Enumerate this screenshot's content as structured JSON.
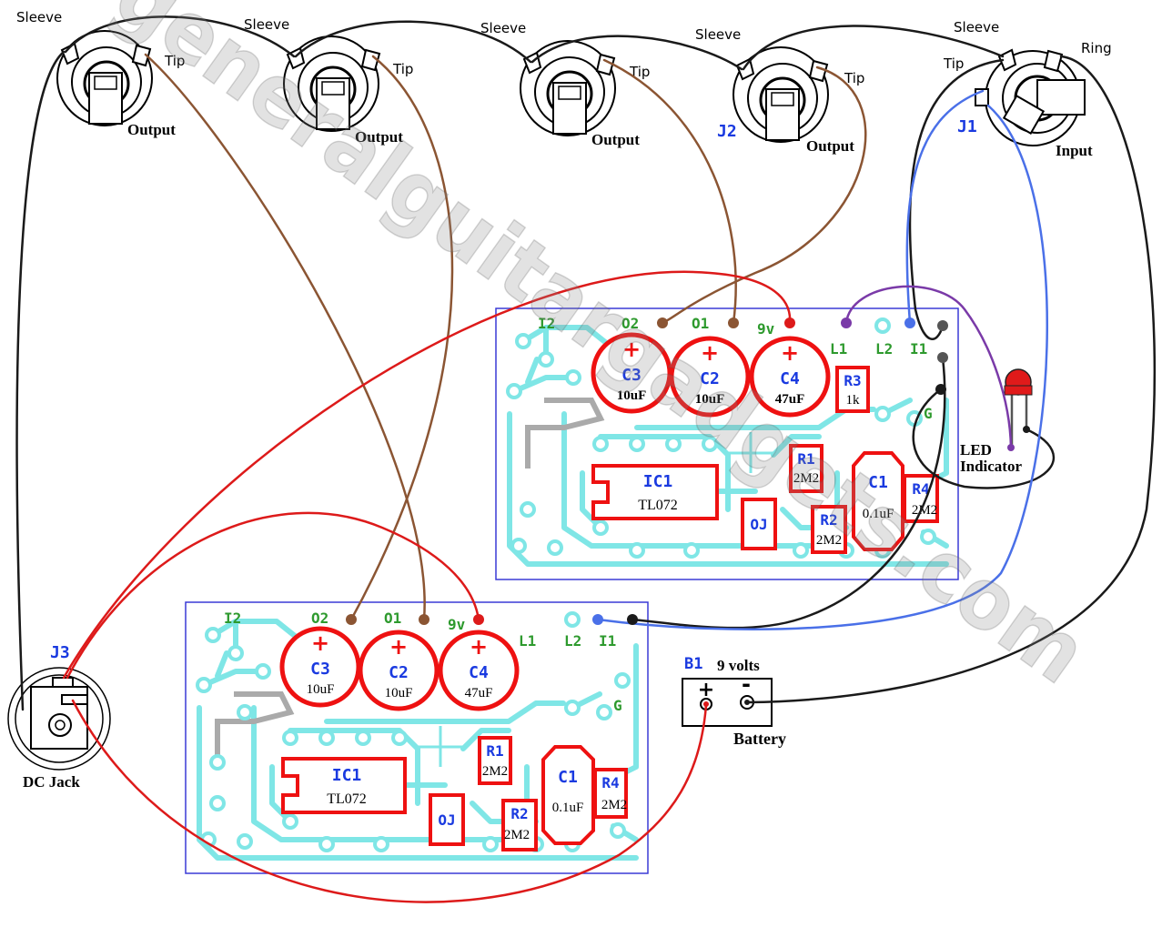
{
  "watermark": "generalguitargadgets.com",
  "jacks": [
    {
      "id": "out1",
      "sleeve": "Sleeve",
      "tip": "Tip",
      "name": "Output",
      "ref": ""
    },
    {
      "id": "out2",
      "sleeve": "Sleeve",
      "tip": "Tip",
      "name": "Output",
      "ref": ""
    },
    {
      "id": "out3",
      "sleeve": "Sleeve",
      "tip": "Tip",
      "name": "Output",
      "ref": ""
    },
    {
      "id": "out4",
      "sleeve": "Sleeve",
      "tip": "Tip",
      "name": "Output",
      "ref": "J2"
    },
    {
      "id": "input",
      "sleeve": "Sleeve",
      "tip": "Tip",
      "ring": "Ring",
      "name": "Input",
      "ref": "J1"
    }
  ],
  "boards": [
    {
      "id": "board-top",
      "pads": {
        "i2": "I2",
        "o2": "O2",
        "o1": "O1",
        "v9": "9v",
        "l1": "L1",
        "l2": "L2",
        "i1": "I1",
        "g": "G"
      },
      "caps": [
        {
          "ref": "C3",
          "value": "10uF"
        },
        {
          "ref": "C2",
          "value": "10uF"
        },
        {
          "ref": "C4",
          "value": "47uF"
        }
      ],
      "r3": {
        "ref": "R3",
        "value": "1k"
      },
      "r1": {
        "ref": "R1",
        "value": "2M2"
      },
      "r2": {
        "ref": "R2",
        "value": "2M2"
      },
      "r4": {
        "ref": "R4",
        "value": "2M2"
      },
      "c1": {
        "ref": "C1",
        "value": "0.1uF"
      },
      "ic": {
        "ref": "IC1",
        "value": "TL072"
      },
      "jumper": "OJ"
    },
    {
      "id": "board-bottom",
      "pads": {
        "i2": "I2",
        "o2": "O2",
        "o1": "O1",
        "v9": "9v",
        "l1": "L1",
        "l2": "L2",
        "i1": "I1",
        "g": "G"
      },
      "caps": [
        {
          "ref": "C3",
          "value": "10uF"
        },
        {
          "ref": "C2",
          "value": "10uF"
        },
        {
          "ref": "C4",
          "value": "47uF"
        }
      ],
      "r1": {
        "ref": "R1",
        "value": "2M2"
      },
      "r2": {
        "ref": "R2",
        "value": "2M2"
      },
      "r4": {
        "ref": "R4",
        "value": "2M2"
      },
      "c1": {
        "ref": "C1",
        "value": "0.1uF"
      },
      "ic": {
        "ref": "IC1",
        "value": "TL072"
      },
      "jumper": "OJ"
    }
  ],
  "led": {
    "line1": "LED",
    "line2": "Indicator"
  },
  "battery": {
    "ref": "B1",
    "voltage": "9 volts",
    "plus": "+",
    "minus": "-",
    "name": "Battery"
  },
  "dc_jack": {
    "ref": "J3",
    "name": "DC Jack"
  },
  "colors": {
    "trace": "#7fe6e6",
    "component": "#ee1111",
    "board_border": "#3a3ad6",
    "ref_blue": "#1a3ae0",
    "pad_green": "#2e9a2e",
    "wire_brown": "#8b5533",
    "wire_red": "#dd1a1a",
    "wire_blue": "#4a70e8",
    "wire_purple": "#7a3aa8",
    "wire_black": "#1a1a1a"
  }
}
